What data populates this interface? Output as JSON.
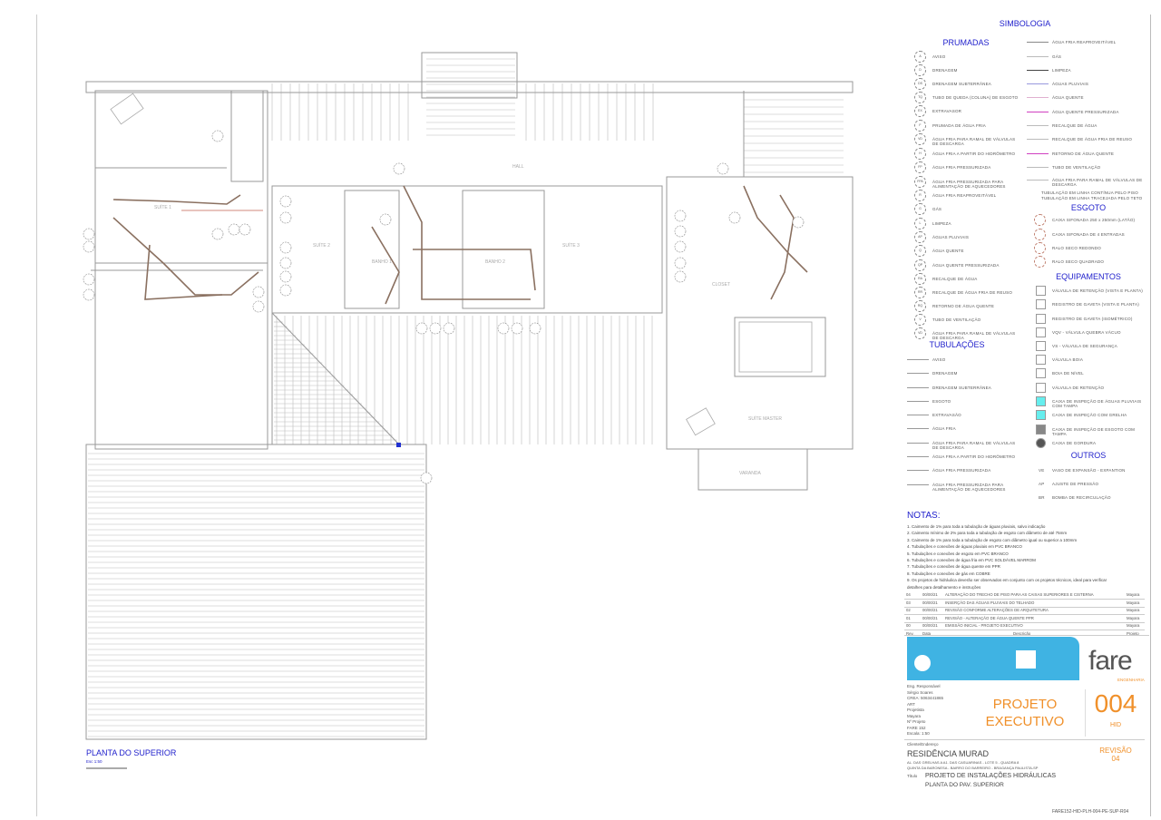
{
  "drawing": {
    "title": "PLANTA DO SUPERIOR",
    "scale": "Esc 1:50",
    "rooms": [
      "SUÍTE 1",
      "SUÍTE 2",
      "SUÍTE 3",
      "BANHO 1",
      "BANHO 2",
      "HALL",
      "CLOSET",
      "SUÍTE MASTER",
      "VARANDA"
    ]
  },
  "legend": {
    "title": "SIMBOLOGIA",
    "prumadas_title": "PRUMADAS",
    "prumadas": [
      {
        "code": "A",
        "label": "AVISO"
      },
      {
        "code": "D",
        "label": "DRENAGEM"
      },
      {
        "code": "DS",
        "label": "DRENAGEM SUBTERRÂNEA"
      },
      {
        "code": "TQ",
        "label": "TUBO DE QUEDA (COLUNA) DE ESGOTO"
      },
      {
        "code": "EX",
        "label": "EXTRAVASOR"
      },
      {
        "code": "F",
        "label": "PRUMADA DE ÁGUA FRIA"
      },
      {
        "code": "VD",
        "label": "ÁGUA FRIA PARA RAMAL DE VÁLVULAS DE DESCARGA"
      },
      {
        "code": "H",
        "label": "ÁGUA FRIA A PARTIR DO HIDRÔMETRO"
      },
      {
        "code": "FP",
        "label": "ÁGUA FRIA PRESSURIZADA"
      },
      {
        "code": "FPA",
        "label": "ÁGUA FRIA PRESSURIZADA PARA ALIMENTAÇÃO DE AQUECEDORES"
      },
      {
        "code": "R",
        "label": "ÁGUA FRIA REAPROVEITÁVEL"
      },
      {
        "code": "G",
        "label": "GÁS"
      },
      {
        "code": "L",
        "label": "LIMPEZA"
      },
      {
        "code": "AP",
        "label": "ÁGUAS PLUVIAIS"
      },
      {
        "code": "Q",
        "label": "ÁGUA QUENTE"
      },
      {
        "code": "QP",
        "label": "ÁGUA QUENTE PRESSURIZADA"
      },
      {
        "code": "RA",
        "label": "RECALQUE DE ÁGUA"
      },
      {
        "code": "RR",
        "label": "RECALQUE DE ÁGUA FRIA DE REUSO"
      },
      {
        "code": "RQ",
        "label": "RETORNO DE ÁGUA QUENTE"
      },
      {
        "code": "V",
        "label": "TUBO DE VENTILAÇÃO"
      },
      {
        "code": "VD",
        "label": "ÁGUA FRIA PARA RAMAL DE VÁLVULAS DE DESCARGA"
      }
    ],
    "tubulacoes_title": "TUBULAÇÕES",
    "tubulacoes": [
      "AVISO",
      "DRENAGEM",
      "DRENAGEM SUBTERRÂNEA",
      "ESGOTO",
      "EXTRAVASÃO",
      "ÁGUA FRIA",
      "ÁGUA FRIA PARA RAMAL DE VÁLVULAS DE DESCARGA",
      "ÁGUA FRIA A PARTIR DO HIDRÔMETRO",
      "ÁGUA FRIA PRESSURIZADA",
      "ÁGUA FRIA PRESSURIZADA PARA ALIMENTAÇÃO DE AQUECEDORES"
    ],
    "tubulacoes_right": [
      {
        "label": "ÁGUA FRIA REAPROVEITÁVEL",
        "color": "#888888"
      },
      {
        "label": "GÁS",
        "color": "#bbbbbb"
      },
      {
        "label": "LIMPEZA",
        "color": "#444444"
      },
      {
        "label": "ÁGUAS PLUVIAIS",
        "color": "#9999dd"
      },
      {
        "label": "ÁGUA QUENTE",
        "color": "#e0b0d0"
      },
      {
        "label": "ÁGUA QUENTE PRESSURIZADA",
        "color": "#d040c0"
      },
      {
        "label": "RECALQUE DE ÁGUA",
        "color": "#bbbbbb"
      },
      {
        "label": "RECALQUE DE ÁGUA FRIA DE REUSO",
        "color": "#bbbbbb"
      },
      {
        "label": "RETORNO DE ÁGUA QUENTE",
        "color": "#d040c0"
      },
      {
        "label": "TUBO DE VENTILAÇÃO",
        "color": "#bbbbbb"
      },
      {
        "label": "ÁGUA FRIA PARA RAMAL DE VÁLVULAS DE DESCARGA",
        "color": "#bbbbbb"
      }
    ],
    "piping_note": [
      "TUBULAÇÃO EM LINHA CONTÍNUA PELO PISO",
      "TUBULAÇÃO EM LINHA TRACEJADA PELO TETO"
    ],
    "esgoto_title": "ESGOTO",
    "esgoto": [
      "CAIXA SIFONADA 250 x 250mm (LATÃO)",
      "CAIXA SIFONADA DE 4 ENTRADAS",
      "RALO SECO REDONDO",
      "RALO SECO QUADRADO"
    ],
    "equipamentos_title": "EQUIPAMENTOS",
    "equipamentos": [
      "VÁLVULA DE RETENÇÃO (VISTA E PLANTA)",
      "REGISTRO DE GAVETA (VISTA E PLANTA)",
      "REGISTRO DE GAVETA (ISOMÉTRICO)",
      "VQV - VÁLVULA QUEBRA VÁCUO",
      "VS - VÁLVULA DE SEGURANÇA",
      "VÁLVULA BOIA",
      "BOIA DE NÍVEL",
      "VÁLVULA DE RETENÇÃO",
      "CAIXA DE INSPEÇÃO DE ÁGUAS PLUVIAIS COM TAMPA",
      "CAIXA DE INSPEÇÃO COM GRELHA",
      "CAIXA DE INSPEÇÃO DE ESGOTO COM TAMPA",
      "CAIXA DE GORDURA"
    ],
    "outros_title": "OUTROS",
    "outros": [
      {
        "code": "VE",
        "label": "VASO DE EXPANSÃO - EXPANTION"
      },
      {
        "code": "AP",
        "label": "AJUSTE DE PRESSÃO"
      },
      {
        "code": "BR",
        "label": "BOMBA DE RECIRCULAÇÃO"
      }
    ],
    "colors": {
      "accent": "#2222cc",
      "box_cyan": "#66eeee",
      "box_grey": "#888888"
    }
  },
  "notes": {
    "title": "NOTAS:",
    "items": [
      "1. Caimento de 1% para toda a tubulação de águas pluviais, salvo indicação",
      "2. Caimento mínimo de 2% para toda a tubulação de esgoto com diâmetro de até 75mm",
      "3. Caimento de 1% para toda a tubulação de esgoto com diâmetro igual ou superior a 100mm",
      "4. Tubulações e conexões de águas pluviais em PVC BRANCO",
      "5. Tubulações e conexões de esgoto em PVC BRANCO",
      "6. Tubulações e conexões de água fria em PVC SOLDÁVEL MARROM",
      "7. Tubulações e conexões de água quente em PPR",
      "8. Tubulações e conexões de gás em COBRE",
      "9. Os projetos de hidráulica deverão ser observados em conjunto com os projetos técnicos, ideal para verificar",
      "    detalhes para detalhamento e instruções"
    ]
  },
  "revisions": {
    "header": {
      "rev": "Rev.",
      "date": "Data",
      "desc": "Descrição",
      "author": "Projeto"
    },
    "rows": [
      {
        "rev": "04",
        "date": "00/00/21",
        "desc": "ALTERAÇÃO DO TRECHO DE PISO PARA AS CAIXAS SUPERIORES E CISTERNA",
        "author": "Mayara"
      },
      {
        "rev": "03",
        "date": "00/00/21",
        "desc": "INSERÇÃO DAS ÁGUAS PLUVIAIS DO TELHADO",
        "author": "Mayara"
      },
      {
        "rev": "02",
        "date": "00/00/21",
        "desc": "REVISÃO CONFORME ALTERAÇÕES DE ARQUITETURA",
        "author": "Mayara"
      },
      {
        "rev": "01",
        "date": "00/00/21",
        "desc": "REVISÃO - ALTERAÇÃO DE ÁGUA QUENTE PPR",
        "author": "Mayara"
      },
      {
        "rev": "00",
        "date": "00/00/21",
        "desc": "EMISSÃO INICIAL - PROJETO EXECUTIVO",
        "author": "Mayara"
      }
    ]
  },
  "title_block": {
    "company": "fare",
    "company_sub": "ENGENHARIA",
    "eng_label": "Eng. Responsável",
    "eng_name": "Sérgio Soares",
    "crea": "CREA: 5063441865",
    "art": "ART",
    "designer_label": "Projetista",
    "designer": "Mayara",
    "project_no_label": "Nº Projeto",
    "project_no": "FARE 152",
    "scale": "Escala: 1:50",
    "phase_line1": "PROJETO",
    "phase_line2": "EXECUTIVO",
    "sheet_no": "004",
    "discipline": "HID",
    "client_label": "Cliente/Endereço",
    "client": "RESIDÊNCIA MURAD",
    "address1": "AL. DAS GRELHAS A A1. DAS CASUARINAS - LOTE 5 - QUADRA 8",
    "address2": "QUINTA DA BARONESA - BAIRRO DO BARREIRO - BRAGANÇA PAULISTA-SP",
    "subject_label": "Título",
    "subject1": "PROJETO DE INSTALAÇÕES HIDRÁULICAS",
    "subject2": "PLANTA DO PAV. SUPERIOR",
    "revision_label": "REVISÃO",
    "revision": "04",
    "file_code": "FARE152-HID-PLH-004-PE-SUP-R04",
    "colors": {
      "banner": "#3fb3e3",
      "orange": "#f0902a"
    }
  }
}
